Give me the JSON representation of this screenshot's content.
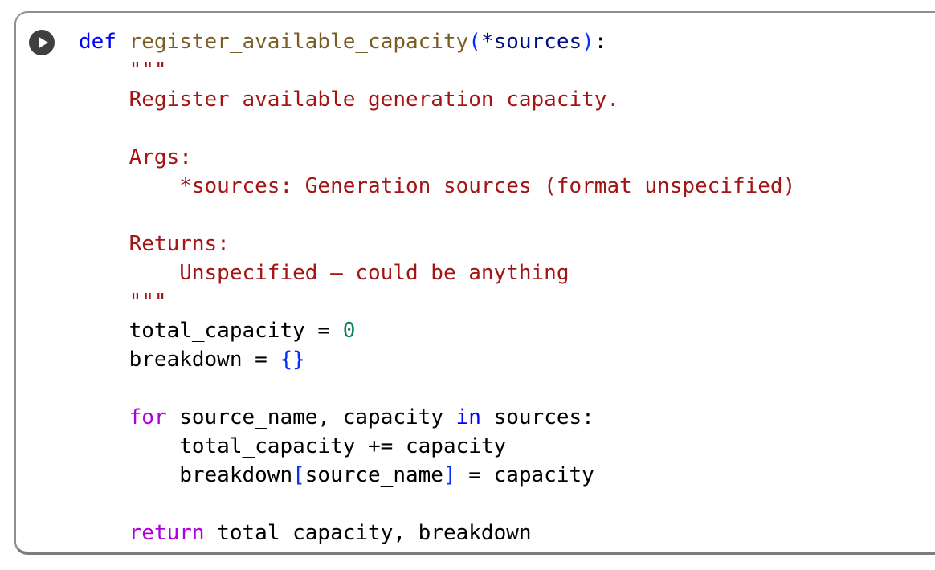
{
  "card": {
    "kind": "python-code-cell"
  },
  "run_button": {
    "icon": "play-icon",
    "background": "#3f3f3f",
    "glyph_color": "#ffffff"
  },
  "colors": {
    "keyword": "#0000ff",
    "control": "#af00db",
    "function": "#795e26",
    "string": "#a31515",
    "number": "#098658",
    "bracket": "#0431fa",
    "param": "#001080",
    "plain": "#000000",
    "border": "#8f8f8f",
    "background": "#ffffff"
  },
  "code": {
    "language": "python",
    "lines": [
      [
        {
          "t": "def ",
          "c": "keyword"
        },
        {
          "t": "register_available_capacity",
          "c": "function"
        },
        {
          "t": "(",
          "c": "bracket"
        },
        {
          "t": "*sources",
          "c": "param"
        },
        {
          "t": ")",
          "c": "bracket"
        },
        {
          "t": ":",
          "c": "plain"
        }
      ],
      [
        {
          "t": "    \"\"\"",
          "c": "string"
        }
      ],
      [
        {
          "t": "    Register available generation capacity.",
          "c": "string"
        }
      ],
      [],
      [
        {
          "t": "    Args:",
          "c": "string"
        }
      ],
      [
        {
          "t": "        *sources: Generation sources (format unspecified)",
          "c": "string"
        }
      ],
      [],
      [
        {
          "t": "    Returns:",
          "c": "string"
        }
      ],
      [
        {
          "t": "        Unspecified — could be anything",
          "c": "string"
        }
      ],
      [
        {
          "t": "    \"\"\"",
          "c": "string"
        }
      ],
      [
        {
          "t": "    total_capacity = ",
          "c": "plain"
        },
        {
          "t": "0",
          "c": "number"
        }
      ],
      [
        {
          "t": "    breakdown = ",
          "c": "plain"
        },
        {
          "t": "{}",
          "c": "bracket"
        }
      ],
      [],
      [
        {
          "t": "    ",
          "c": "plain"
        },
        {
          "t": "for",
          "c": "control"
        },
        {
          "t": " source_name, capacity ",
          "c": "plain"
        },
        {
          "t": "in",
          "c": "keyword"
        },
        {
          "t": " sources:",
          "c": "plain"
        }
      ],
      [
        {
          "t": "        total_capacity += capacity",
          "c": "plain"
        }
      ],
      [
        {
          "t": "        breakdown",
          "c": "plain"
        },
        {
          "t": "[",
          "c": "bracket"
        },
        {
          "t": "source_name",
          "c": "plain"
        },
        {
          "t": "]",
          "c": "bracket"
        },
        {
          "t": " = capacity",
          "c": "plain"
        }
      ],
      [],
      [
        {
          "t": "    ",
          "c": "plain"
        },
        {
          "t": "return",
          "c": "control"
        },
        {
          "t": " total_capacity, breakdown",
          "c": "plain"
        }
      ]
    ]
  }
}
